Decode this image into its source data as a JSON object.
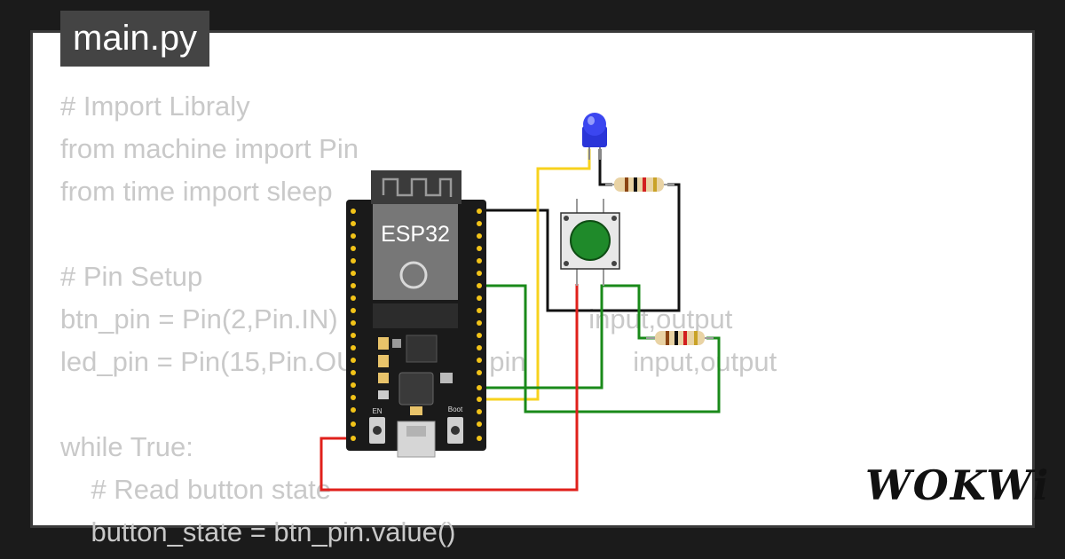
{
  "tab": {
    "title": "main.py"
  },
  "code": {
    "lines": [
      "# Import Libraly",
      "from machine import Pin",
      "from time import sleep",
      "",
      "# Pin Setup",
      "btn_pin = Pin(2,Pin.IN)              pin              input,output",
      "led_pin = Pin(15,Pin.OUT)              pin              input,output",
      "",
      "while True:",
      "    # Read button state",
      "    button_state = btn_pin.value()"
    ]
  },
  "board": {
    "label": "ESP32",
    "en_label": "EN",
    "boot_label": "Boot"
  },
  "logo": {
    "text": "WOKWi"
  },
  "colors": {
    "wire_black": "#111111",
    "wire_yellow": "#f7d21d",
    "wire_green": "#1a8a1a",
    "wire_red": "#e0201b",
    "button_green": "#1f8a2a",
    "led_blue": "#2a35d8"
  }
}
